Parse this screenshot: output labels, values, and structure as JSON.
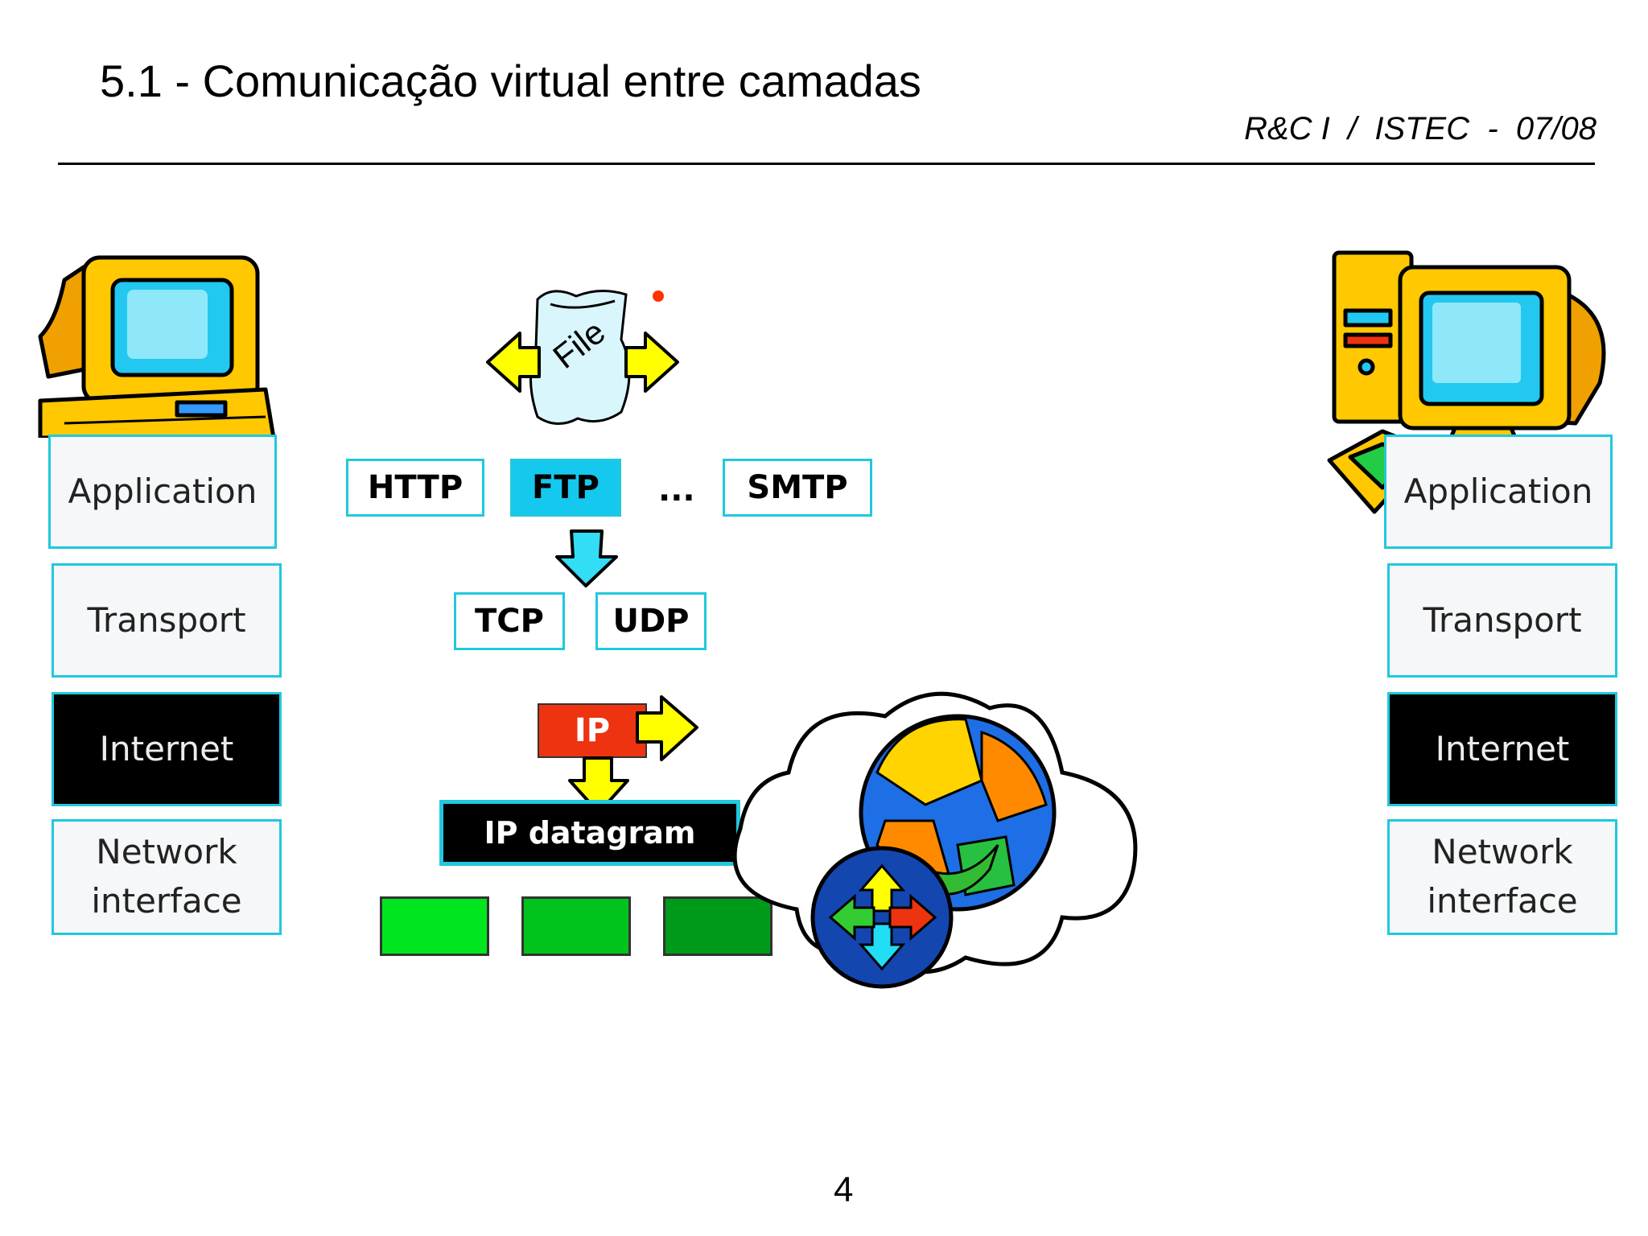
{
  "header": {
    "title": "5.1 - Comunicação virtual entre camadas",
    "course_tag": "R&C I  /  ISTEC  -  07/08"
  },
  "left_stack": {
    "application": "Application",
    "transport": "Transport",
    "internet": "Internet",
    "network_line1": "Network",
    "network_line2": "interface"
  },
  "right_stack": {
    "application": "Application",
    "transport": "Transport",
    "internet": "Internet",
    "network_line1": "Network",
    "network_line2": "interface"
  },
  "file_label": "File",
  "app_protocols": {
    "http": "HTTP",
    "ftp": "FTP",
    "ellipsis": "...",
    "smtp": "SMTP"
  },
  "transport_protocols": {
    "tcp": "TCP",
    "udp": "UDP"
  },
  "ip_label": "IP",
  "datagram_label": "IP datagram",
  "frame_colors": [
    "#00e61e",
    "#00c41c",
    "#009a1a"
  ],
  "colors": {
    "accent": "#21c8de",
    "ftp_highlight": "#15c8ee",
    "ip_red": "#ee3311",
    "arrow_yellow": "#ffff00"
  },
  "page_number": "4"
}
